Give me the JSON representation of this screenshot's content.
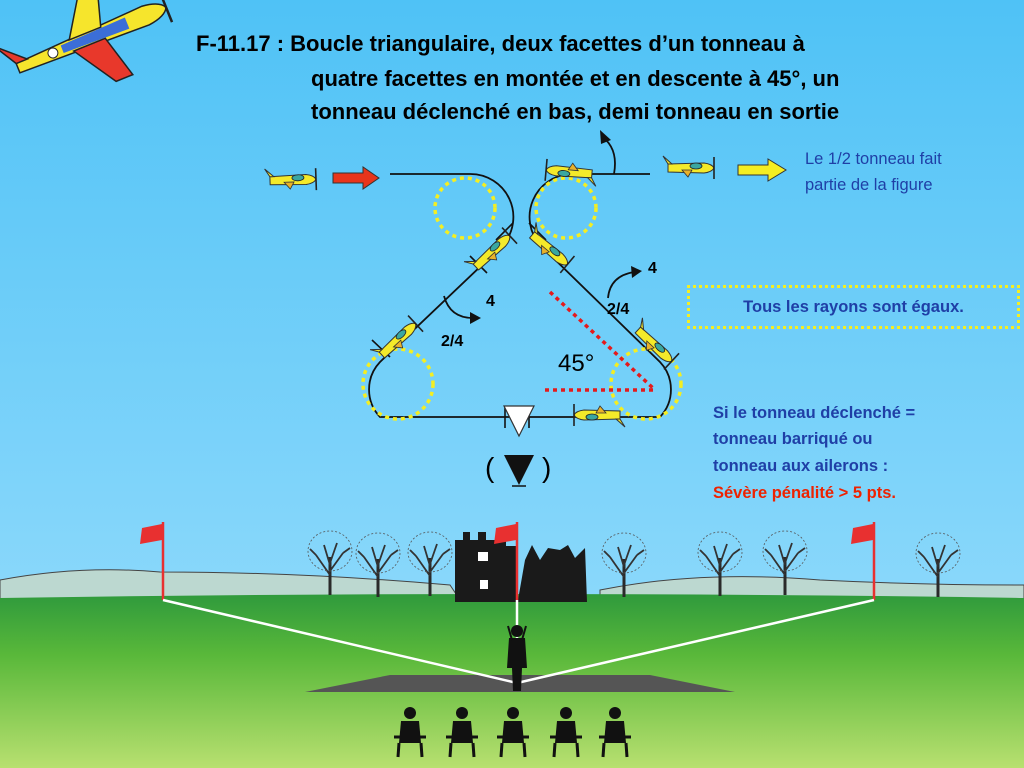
{
  "title": {
    "line1": "F-11.17 : Boucle triangulaire, deux facettes d’un tonneau à",
    "line2": "quatre facettes en montée et en descente à 45°, un",
    "line3": "tonneau déclenché en bas, demi tonneau en sortie"
  },
  "notes": {
    "half_roll_line1": "Le 1/2 tonneau fait",
    "half_roll_line2": "partie de la figure",
    "radii": "Tous les rayons sont égaux.",
    "snap_line1": "Si le tonneau déclenché =",
    "snap_line2": "tonneau barriqué ou",
    "snap_line3": "tonneau aux ailerons :",
    "snap_penalty": "Sévère pénalité > 5 pts."
  },
  "labels": {
    "roll_left_count": "4",
    "roll_left_fraction": "2/4",
    "roll_right_count": "4",
    "roll_right_fraction": "2/4",
    "angle": "45°",
    "paren_open": "(",
    "paren_close": ")"
  },
  "colors": {
    "sky": "#5ac8f8",
    "ground": "#7ccc3a",
    "circle": "#f4ee22",
    "entry_arrow": "#e8351b",
    "exit_arrow": "#f4ee22",
    "angle_marker": "#e41a1c",
    "note_blue": "#1f3fa6",
    "penalty_red": "#ee2200"
  },
  "icons": [
    "plane-logo-icon",
    "model-plane-icon",
    "entry-arrow-icon",
    "exit-arrow-icon",
    "snap-roll-triangle-icon",
    "flag-icon",
    "tree-icon",
    "castle-icon",
    "pilot-silhouette-icon",
    "spectator-icon"
  ]
}
